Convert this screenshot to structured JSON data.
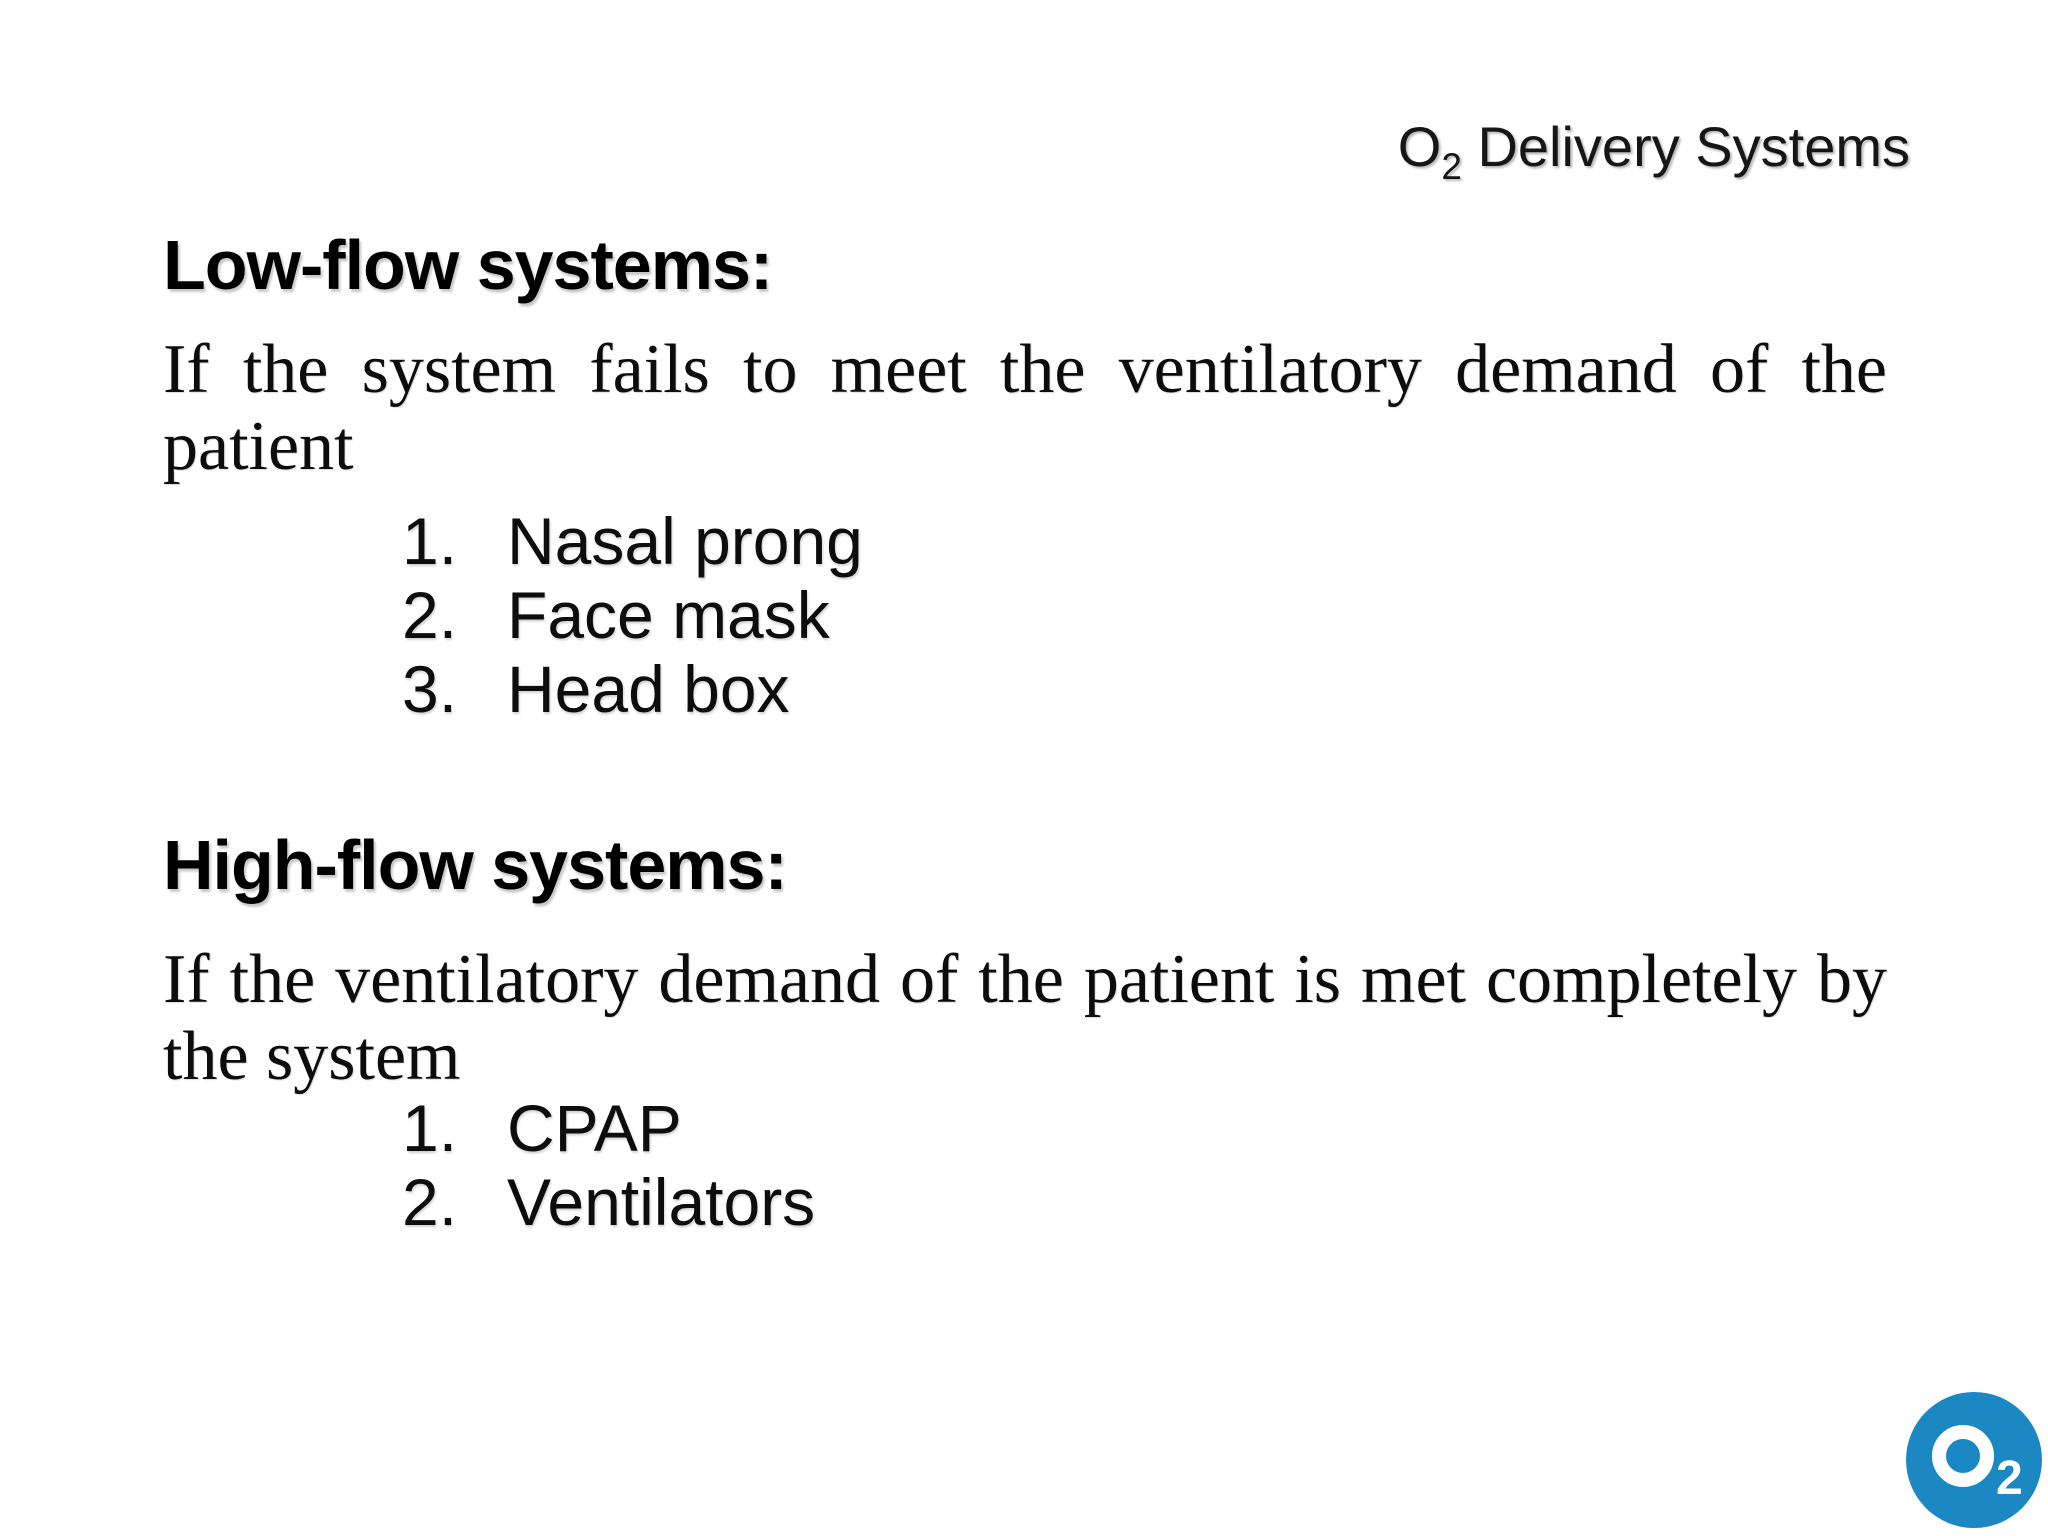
{
  "header": {
    "prefix": "O",
    "sub": "2",
    "rest": " Delivery Systems"
  },
  "sections": [
    {
      "heading": "Low-flow systems:",
      "body_line1": "If the system fails to meet the ventilatory demand of the",
      "body_line2": "patient",
      "items": [
        {
          "num": "1.",
          "label": "Nasal prong"
        },
        {
          "num": "2.",
          "label": "Face mask"
        },
        {
          "num": "3.",
          "label": "Head box"
        }
      ]
    },
    {
      "heading": "High-flow systems:",
      "body_line1": "If the ventilatory demand of the patient is met completely by",
      "body_line2": "the system",
      "items": [
        {
          "num": "1.",
          "label": "CPAP"
        },
        {
          "num": "2.",
          "label": "Ventilators"
        }
      ]
    }
  ],
  "logo": {
    "letter": "O",
    "sub": "2",
    "background_color": "#1b87c3",
    "glyph_color": "#ffffff"
  },
  "colors": {
    "slide_background": "#ffffff",
    "text": "#0c0c0c"
  }
}
